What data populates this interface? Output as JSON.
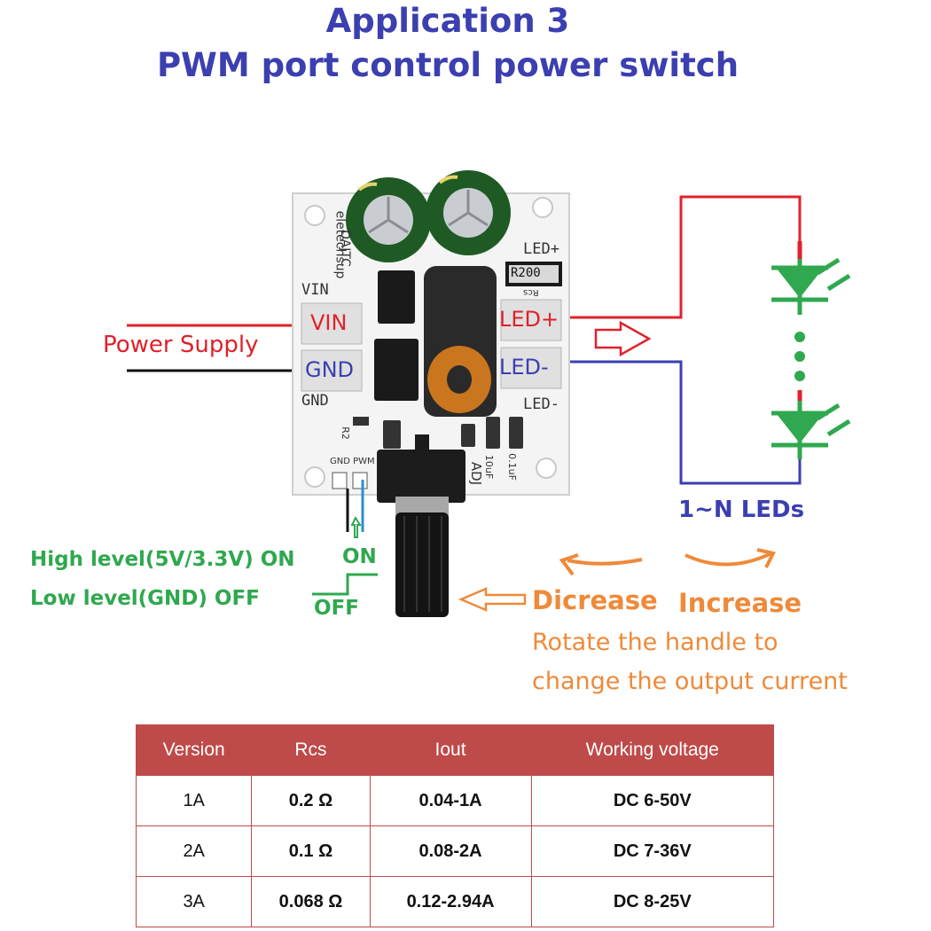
{
  "title": {
    "line1": "Application 3",
    "line2": "PWM port control power switch"
  },
  "board": {
    "silk_vin": "VIN",
    "silk_gnd": "GND",
    "silk_led_plus": "LED+",
    "silk_led_minus": "LED-",
    "pad_vin": "VIN",
    "pad_gnd": "GND",
    "pad_led_plus": "LED+",
    "pad_led_minus": "LED-",
    "resistor": "R200",
    "rcs": "Rcs",
    "r2": "R2",
    "cap_10uf": "10uF",
    "cap_01uf": "0.1uF",
    "adj": "ADJ",
    "gnd_pwm": "GND PWM",
    "brand": "eletechsup",
    "model": "DAJTC"
  },
  "labels": {
    "power_supply": "Power Supply",
    "leds": "1~N LEDs",
    "high_level": "High level(5V/3.3V) ON",
    "low_level": "Low level(GND) OFF",
    "on": "ON",
    "off": "OFF",
    "decrease": "Dicrease",
    "increase": "Increase",
    "rotate_line1": "Rotate the handle to",
    "rotate_line2": "change the output current"
  },
  "colors": {
    "title": "#3b3fb0",
    "positive_wire": "#e0212b",
    "negative_wire": "#3b3fb0",
    "green": "#2fa84f",
    "orange": "#ee8a3a",
    "table_header": "#bf4a4a"
  },
  "table": {
    "headers": [
      "Version",
      "Rcs",
      "Iout",
      "Working voltage"
    ],
    "rows": [
      [
        "1A",
        "0.2 Ω",
        "0.04-1A",
        "DC 6-50V"
      ],
      [
        "2A",
        "0.1 Ω",
        "0.08-2A",
        "DC 7-36V"
      ],
      [
        "3A",
        "0.068 Ω",
        "0.12-2.94A",
        "DC 8-25V"
      ]
    ]
  }
}
